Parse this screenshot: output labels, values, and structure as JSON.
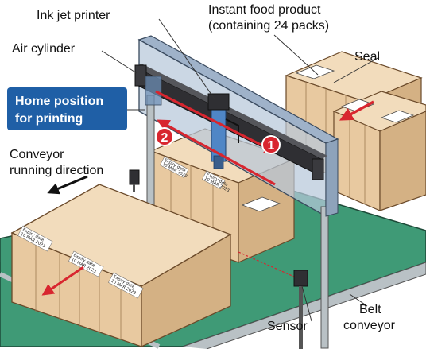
{
  "labels": {
    "ink_jet_printer": "Ink jet printer",
    "instant_food_line1": "Instant food product",
    "instant_food_line2": "(containing 24 packs)",
    "air_cylinder": "Air cylinder",
    "seal": "Seal",
    "home_line1": "Home position",
    "home_line2": "for printing",
    "conveyor_line1": "Conveyor",
    "conveyor_line2": "running direction",
    "sensor": "Sensor",
    "belt_line1": "Belt",
    "belt_line2": "conveyor",
    "marker_1": "1",
    "marker_2": "2"
  },
  "stamp": {
    "line1": "Expiry date",
    "line2": "10 MAR 2023"
  },
  "colors": {
    "box_fill": "#e8c9a0",
    "box_top": "#f2dcbc",
    "box_shade": "#d4b184",
    "frame_blue": "#b7c7da",
    "belt_green": "#3f9a76",
    "badge_blue": "#1f5fa6",
    "arrow_red": "#d8262f"
  }
}
